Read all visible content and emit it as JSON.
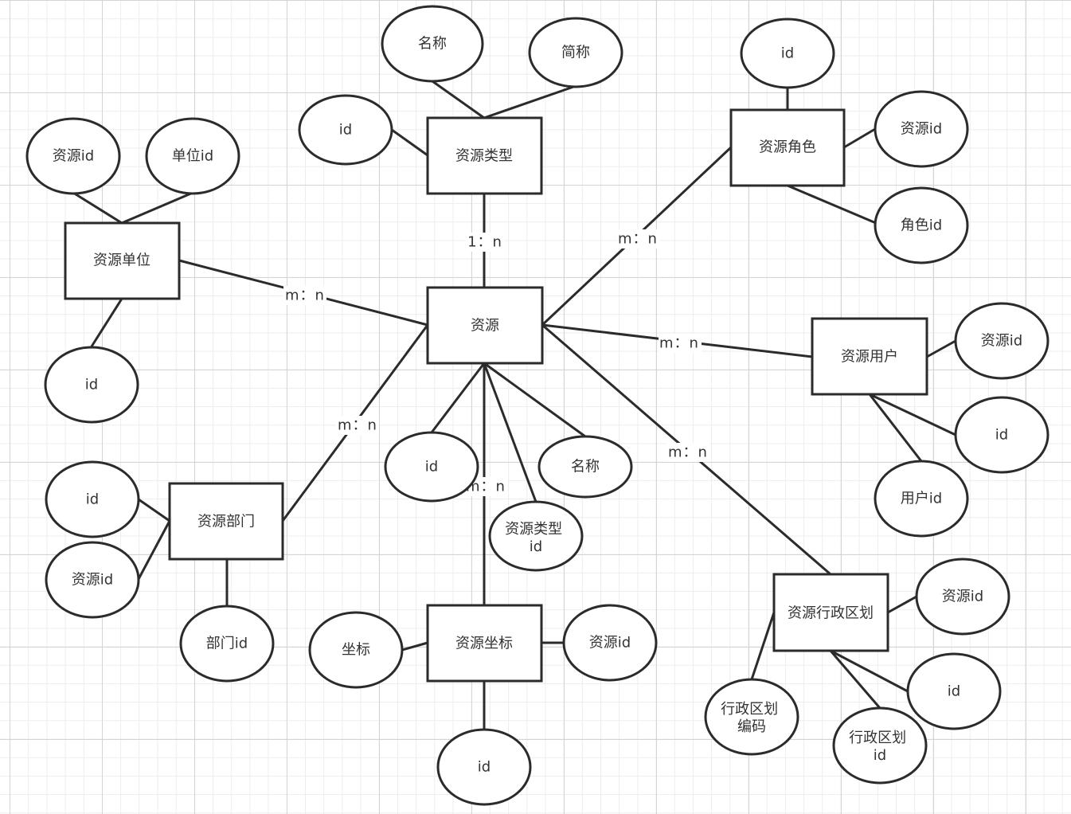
{
  "colors": {
    "line": "#2b2b2b",
    "text": "#333333",
    "fill": "#ffffff"
  },
  "entities": {
    "resource": "资源",
    "resource_type": "资源类型",
    "resource_role": "资源角色",
    "resource_unit": "资源单位",
    "resource_user": "资源用户",
    "resource_dept": "资源部门",
    "resource_coord": "资源坐标",
    "resource_region": "资源行政区划"
  },
  "attributes": {
    "type_name": "名称",
    "type_short": "简称",
    "type_id": "id",
    "role_id": "id",
    "role_res_id": "资源id",
    "role_role_id": "角色id",
    "unit_res_id": "资源id",
    "unit_unit_id": "单位id",
    "unit_id": "id",
    "res_id": "id",
    "res_name": "名称",
    "res_type_id": [
      "资源类型",
      "id"
    ],
    "user_res_id": "资源id",
    "user_id": "id",
    "user_user_id": "用户id",
    "dept_id": "id",
    "dept_res_id": "资源id",
    "dept_dept_id": "部门id",
    "coord_coord": "坐标",
    "coord_res_id": "资源id",
    "coord_id": "id",
    "region_res_id": "资源id",
    "region_id": "id",
    "region_region_id": [
      "行政区划",
      "id"
    ],
    "region_code": [
      "行政区划",
      "编码"
    ]
  },
  "cardinalities": {
    "type": "1：n",
    "role": "m：n",
    "unit": "m：n",
    "user": "m：n",
    "dept": "m：n",
    "coord": "m：n",
    "region": "m：n"
  }
}
